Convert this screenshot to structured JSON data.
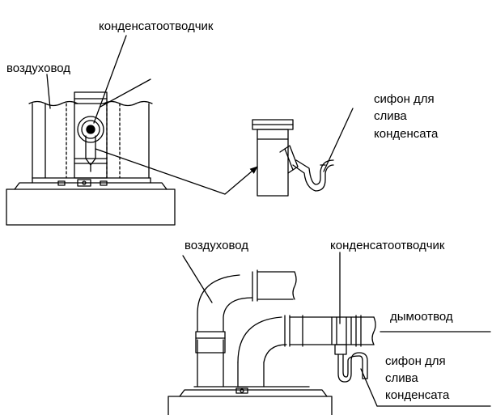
{
  "colors": {
    "ink": "#000000",
    "paper": "#ffffff"
  },
  "top_view": {
    "label_condensate_drain": "конденсатоотводчик",
    "label_air_duct": "воздуховод",
    "siphon_label": {
      "line1": "сифон для",
      "line2": "слива",
      "line3": "конденсата"
    }
  },
  "bottom_view": {
    "label_air_duct": "воздуховод",
    "label_condensate_drain": "конденсатоотводчик",
    "label_flue": "дымоотвод",
    "siphon_label": {
      "line1": "сифон для",
      "line2": "слива",
      "line3": "конденсата"
    }
  }
}
